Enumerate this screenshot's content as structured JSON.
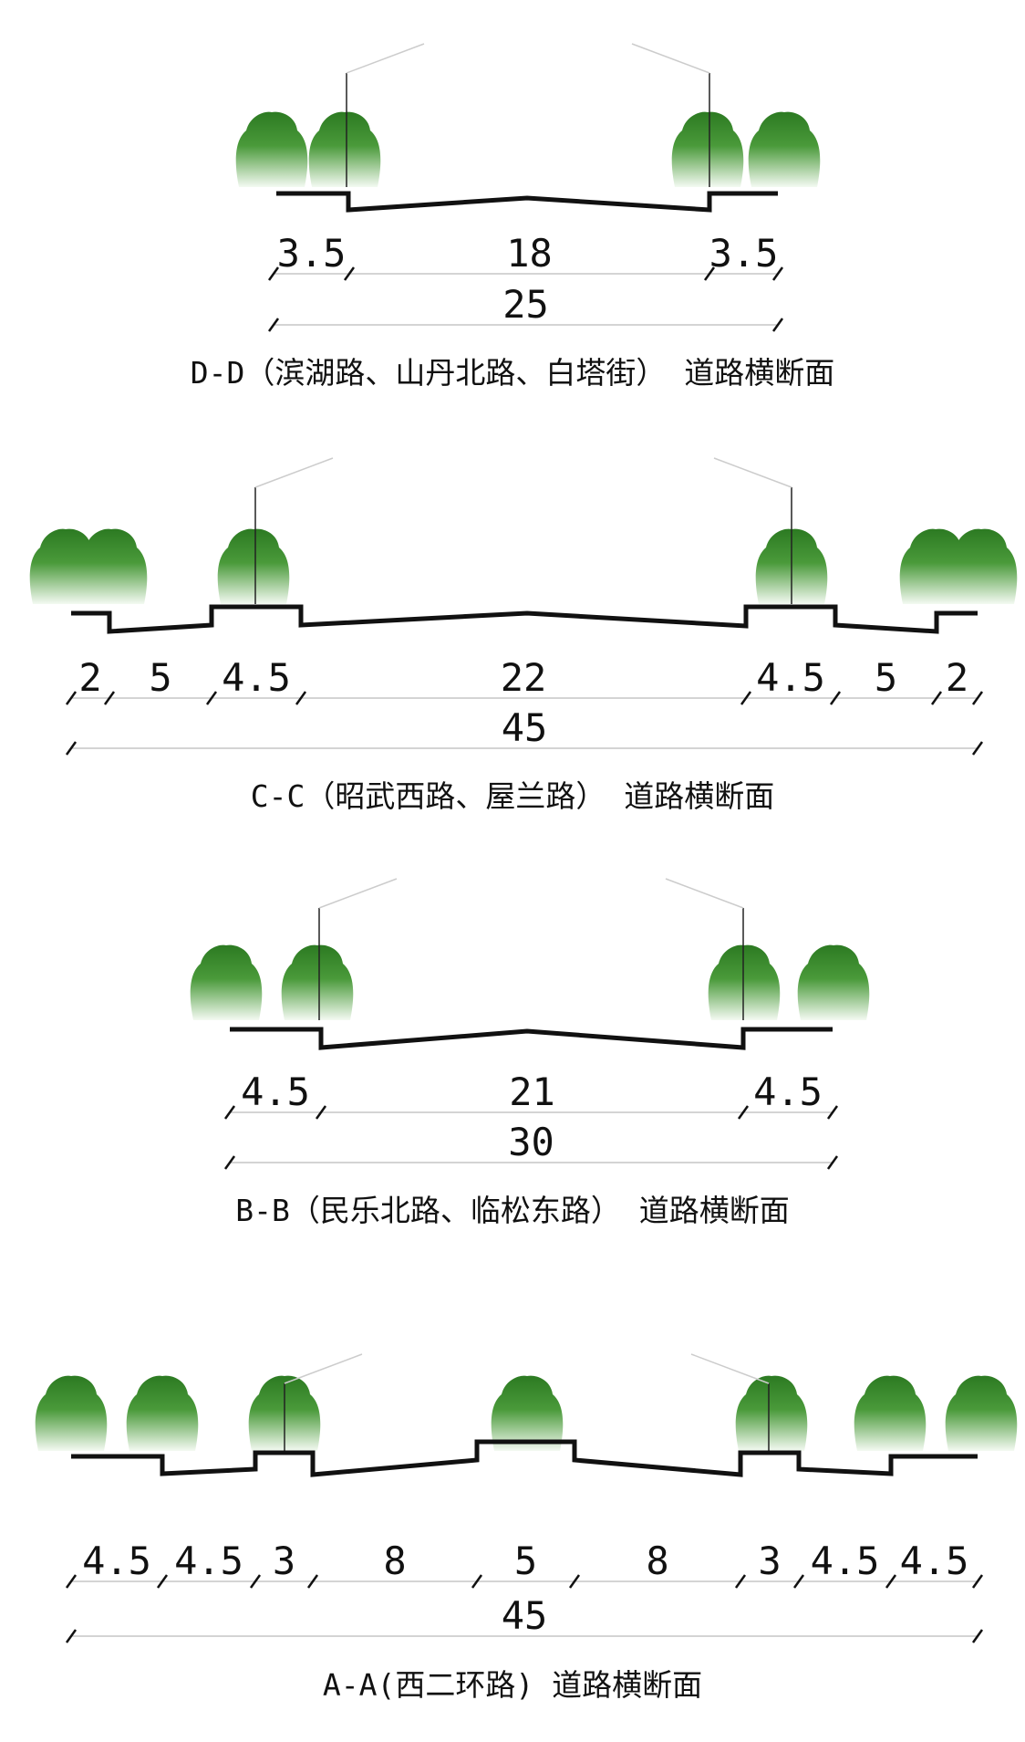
{
  "colors": {
    "road": "#111111",
    "tree_dark": "#2c7a22",
    "tree_light": "#ffffff",
    "dim_line": "#bbbbbb",
    "pole": "#222222",
    "lamp_arm": "#cccccc"
  },
  "sections": [
    {
      "id": "dd",
      "caption": "D-D（滨湖路、山丹北路、白塔街） 道路横断面",
      "segments": [
        "3.5",
        "18",
        "3.5"
      ],
      "total": "25"
    },
    {
      "id": "cc",
      "caption": "C-C（昭武西路、屋兰路） 道路横断面",
      "segments": [
        "2",
        "5",
        "4.5",
        "22",
        "4.5",
        "5",
        "2"
      ],
      "total": "45"
    },
    {
      "id": "bb",
      "caption": "B-B（民乐北路、临松东路） 道路横断面",
      "segments": [
        "4.5",
        "21",
        "4.5"
      ],
      "total": "30"
    },
    {
      "id": "aa",
      "caption": "A-A(西二环路) 道路横断面",
      "segments": [
        "4.5",
        "4.5",
        "3",
        "8",
        "5",
        "8",
        "3",
        "4.5",
        "4.5"
      ],
      "total": "45"
    }
  ]
}
